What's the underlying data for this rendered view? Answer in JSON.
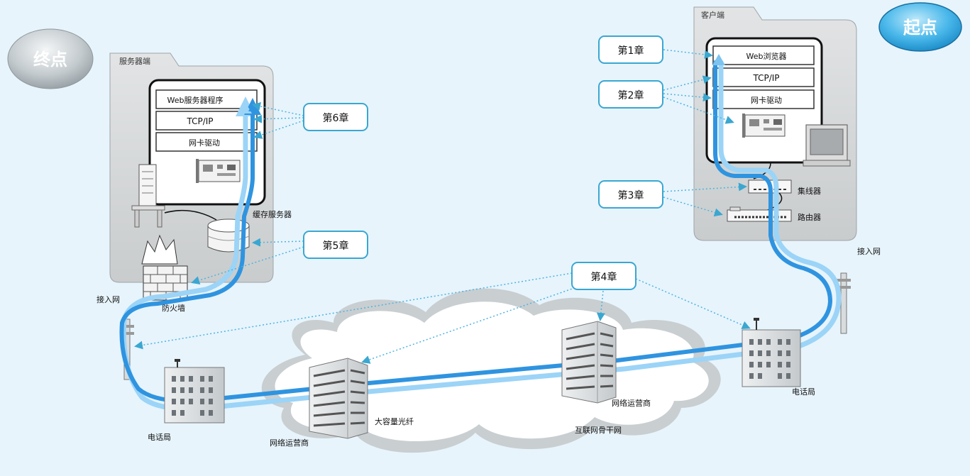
{
  "badges": {
    "end": "终点",
    "start": "起点"
  },
  "server_side": {
    "title": "服务器端",
    "layers": [
      "Web服务器程序",
      "TCP/IP",
      "网卡驱动"
    ],
    "cache_server": "缓存服务器",
    "firewall": "防火墙",
    "access_net": "接入网",
    "phone_office": "电话局"
  },
  "client_side": {
    "title": "客户端",
    "layers": [
      "Web浏览器",
      "TCP/IP",
      "网卡驱动"
    ],
    "hub": "集线器",
    "router": "路由器",
    "access_net": "接入网",
    "phone_office": "电话局"
  },
  "chapters": {
    "ch1": "第1章",
    "ch2": "第2章",
    "ch3": "第3章",
    "ch4": "第4章",
    "ch5": "第5章",
    "ch6": "第6章"
  },
  "internet": {
    "isp_left": "网络运营商",
    "isp_right": "网络运营商",
    "fiber": "大容量光纤",
    "backbone": "互联网骨干网"
  },
  "colors": {
    "background": "#e7f4fc",
    "path_dark": "#2f94e0",
    "path_light": "#9bd4f7",
    "dotted_arrow": "#4fb4de",
    "chapter_border": "#3aa7d1",
    "start_badge": "#4ab8ea",
    "end_badge": "#bcc4c9"
  }
}
